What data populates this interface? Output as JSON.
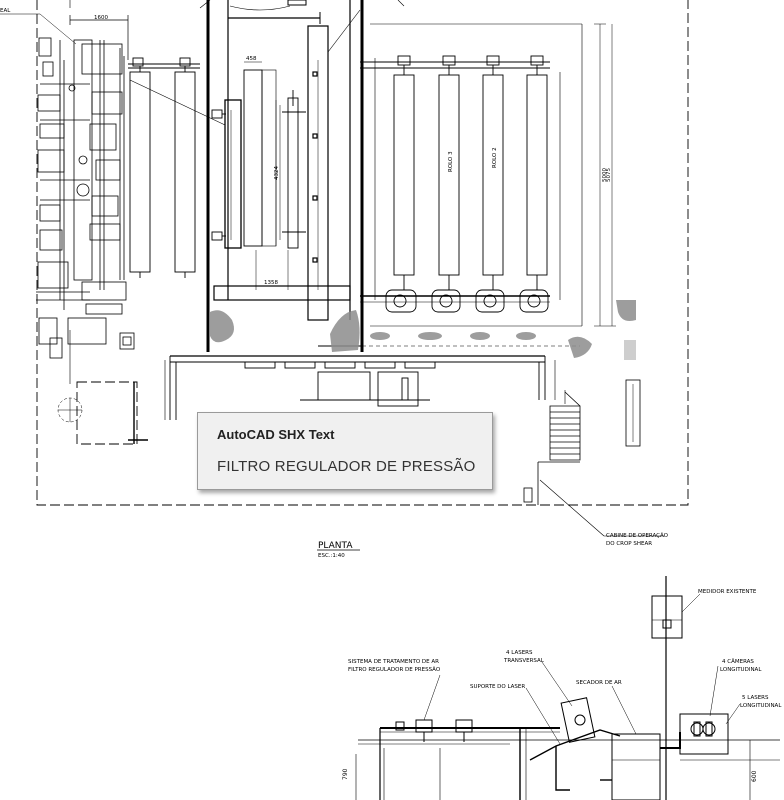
{
  "drawing": {
    "labels": {
      "edge_left": "EAL",
      "dim_top": "1600",
      "dim_458": "458",
      "dim_4324": "4324",
      "dim_1358": "1358",
      "dim_5000": "5000",
      "dim_5075": "5075",
      "rolo_3": "ROLO 3",
      "rolo_2": "ROLO 2",
      "cabine_1": "CABINE DE OPERAÇÃO",
      "cabine_2": "DO CROP SHEAR",
      "planta": "PLANTA",
      "escala": "ESC.:1:40",
      "medidor": "MEDIDOR EXISTENTE",
      "sistema_1": "SISTEMA DE TRATAMENTO DE AR",
      "sistema_2": "FILTRO REGULADOR DE PRESSÃO",
      "lasers_t_1": "4 LASERS",
      "lasers_t_2": "TRANSVERSAL",
      "suporte": "SUPORTE DO LASER",
      "secador": "SECADOR DE AR",
      "cameras_1": "4 CÂMERAS",
      "cameras_2": "LONGITUDINAL",
      "lasers_l_1": "5 LASERS",
      "lasers_l_2": "LONGITUDINAL",
      "dim_790": "790",
      "dim_600": "600"
    }
  },
  "tooltip": {
    "title": "AutoCAD SHX Text",
    "value": "FILTRO REGULADOR DE PRESSÃO"
  }
}
